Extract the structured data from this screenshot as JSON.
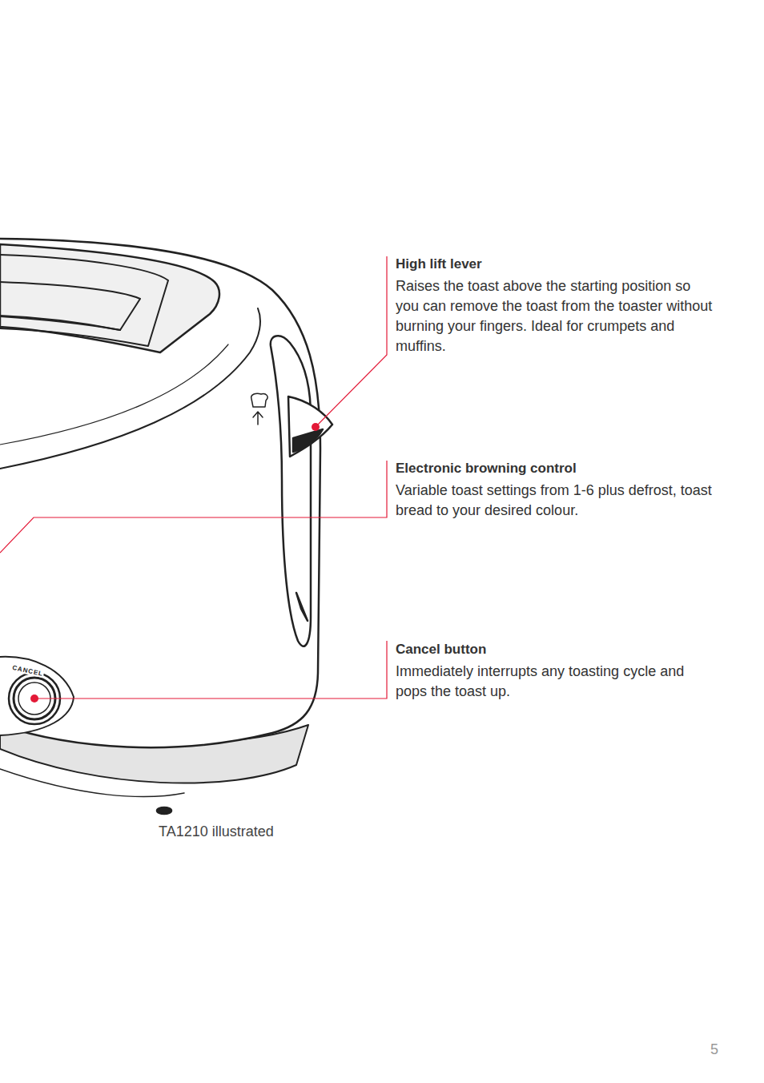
{
  "diagram": {
    "labels": [
      "High lift lever",
      "Raises the toast above the starting position so you can remove the toast from the toaster without burning your fingers. Ideal for crumpets and muffins.",
      "Electronic browning control",
      "Variable toast settings from 1-6 plus defrost, toast bread to your desired colour.",
      "Cancel button",
      "Immediately interrupts any toasting cycle and pops the toast up.",
      "CANCEL",
      "TA1210 illustrated",
      "5"
    ]
  }
}
